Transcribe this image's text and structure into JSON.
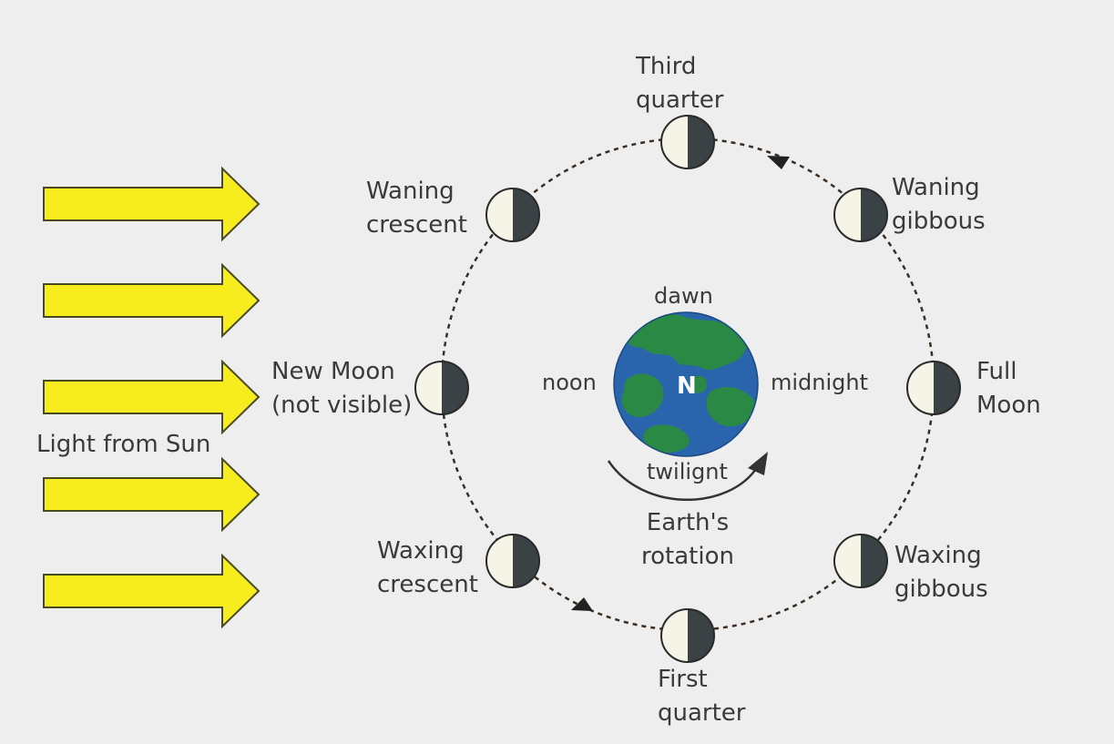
{
  "light_label": "Light from Sun",
  "earth": {
    "north": "N",
    "dawn": "dawn",
    "noon": "noon",
    "midnight": "midnight",
    "twilight": "twilignt",
    "rotation_line1": "Earth's",
    "rotation_line2": "rotation"
  },
  "phases": {
    "third_quarter": [
      "Third",
      "quarter"
    ],
    "waning_crescent": [
      "Waning",
      "crescent"
    ],
    "waning_gibbous": [
      "Waning",
      "gibbous"
    ],
    "new_moon": [
      "New Moon",
      "(not visible)"
    ],
    "full_moon": [
      "Full",
      "Moon"
    ],
    "waxing_crescent": [
      "Waxing",
      "crescent"
    ],
    "waxing_gibbous": [
      "Waxing",
      "gibbous"
    ],
    "first_quarter": [
      "First",
      "quarter"
    ]
  },
  "colors": {
    "background": "#eeeeee",
    "sun_arrow": "#f7ec1e",
    "moon_lit": "#f5f4e6",
    "moon_dark": "#3a4246",
    "ocean": "#2a64ad",
    "land": "#2a8a45"
  }
}
